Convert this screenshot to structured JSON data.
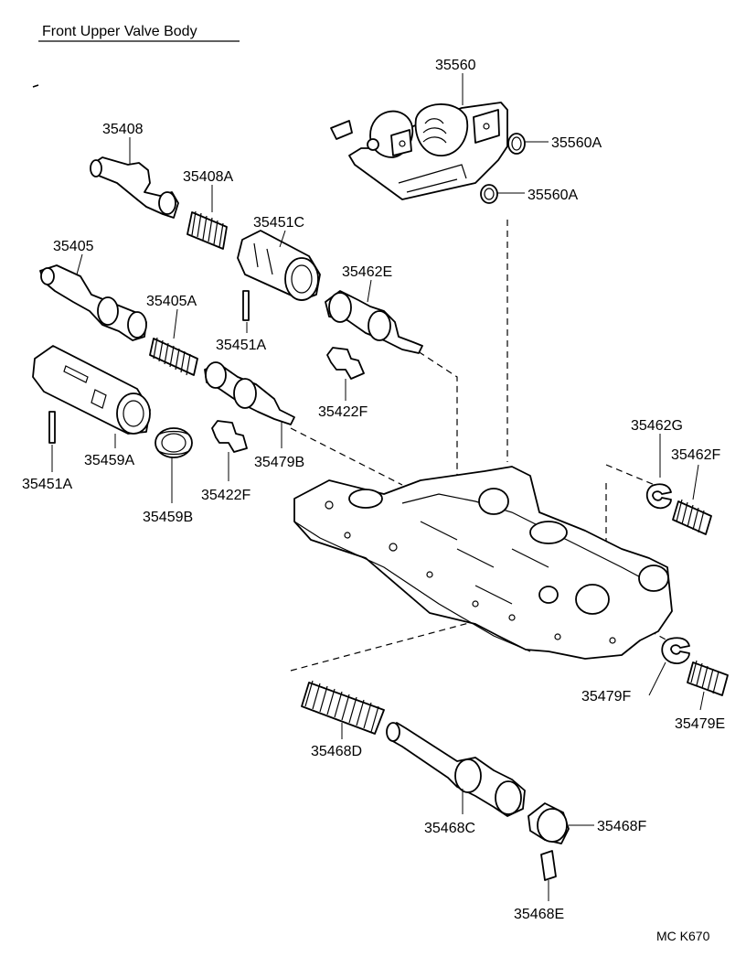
{
  "title": "Front Upper Valve Body",
  "diagram_code": "MC K670",
  "parts": {
    "p35560": "35560",
    "p35560A_1": "35560A",
    "p35560A_2": "35560A",
    "p35408": "35408",
    "p35408A": "35408A",
    "p35451C": "35451C",
    "p35462E": "35462E",
    "p35405": "35405",
    "p35405A": "35405A",
    "p35451A_1": "35451A",
    "p35422F_1": "35422F",
    "p35459A": "35459A",
    "p35451A_2": "35451A",
    "p35459B": "35459B",
    "p35422F_2": "35422F",
    "p35479B": "35479B",
    "p35462G": "35462G",
    "p35462F": "35462F",
    "p35479F": "35479F",
    "p35479E": "35479E",
    "p35468D": "35468D",
    "p35468C": "35468C",
    "p35468F": "35468F",
    "p35468E": "35468E"
  }
}
